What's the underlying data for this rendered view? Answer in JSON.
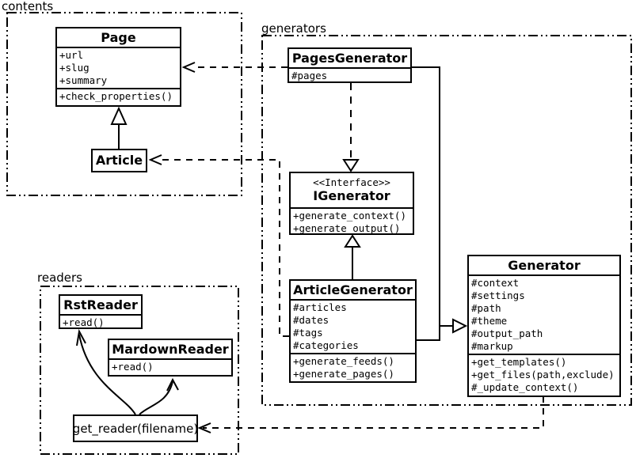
{
  "diagram": {
    "title": "Pelican content/generator/reader UML class diagram",
    "colors": {
      "line": "#000000",
      "background": "#ffffff"
    },
    "packages": {
      "contents": {
        "label": "contents"
      },
      "generators": {
        "label": "generators"
      },
      "readers": {
        "label": "readers"
      }
    },
    "classes": {
      "page": {
        "title": "Page",
        "attributes": [
          "+url",
          "+slug",
          "+summary"
        ],
        "methods": [
          "+check_properties()"
        ]
      },
      "article": {
        "title": "Article",
        "attributes": [],
        "methods": []
      },
      "pages_generator": {
        "title": "PagesGenerator",
        "attributes": [
          "#pages"
        ],
        "methods": []
      },
      "igenerator": {
        "stereotype": "<<Interface>>",
        "title": "IGenerator",
        "attributes": [],
        "methods": [
          "+generate_context()",
          "+generate_output()"
        ]
      },
      "article_generator": {
        "title": "ArticleGenerator",
        "attributes": [
          "#articles",
          "#dates",
          "#tags",
          "#categories"
        ],
        "methods": [
          "+generate_feeds()",
          "+generate_pages()"
        ]
      },
      "generator": {
        "title": "Generator",
        "attributes": [
          "#context",
          "#settings",
          "#path",
          "#theme",
          "#output_path",
          "#markup"
        ],
        "methods": [
          "+get_templates()",
          "+get_files(path,exclude)",
          "#_update_context()"
        ]
      },
      "rst_reader": {
        "title": "RstReader",
        "attributes": [],
        "methods": [
          "+read()"
        ]
      },
      "mardown_reader": {
        "title": "MardownReader",
        "attributes": [],
        "methods": [
          "+read()"
        ]
      },
      "get_reader": {
        "title": "get_reader(filename)"
      }
    },
    "relationships": [
      {
        "from": "Article",
        "to": "Page",
        "type": "inheritance"
      },
      {
        "from": "PagesGenerator",
        "to": "Page",
        "type": "dependency"
      },
      {
        "from": "ArticleGenerator",
        "to": "Article",
        "type": "dependency"
      },
      {
        "from": "PagesGenerator",
        "to": "IGenerator",
        "type": "realization"
      },
      {
        "from": "ArticleGenerator",
        "to": "IGenerator",
        "type": "inheritance"
      },
      {
        "from": "PagesGenerator",
        "to": "Generator",
        "type": "inheritance"
      },
      {
        "from": "ArticleGenerator",
        "to": "Generator",
        "type": "inheritance"
      },
      {
        "from": "Generator",
        "to": "get_reader(filename)",
        "type": "dependency"
      },
      {
        "from": "get_reader(filename)",
        "to": "RstReader",
        "type": "arrow"
      },
      {
        "from": "get_reader(filename)",
        "to": "MardownReader",
        "type": "arrow"
      }
    ]
  }
}
